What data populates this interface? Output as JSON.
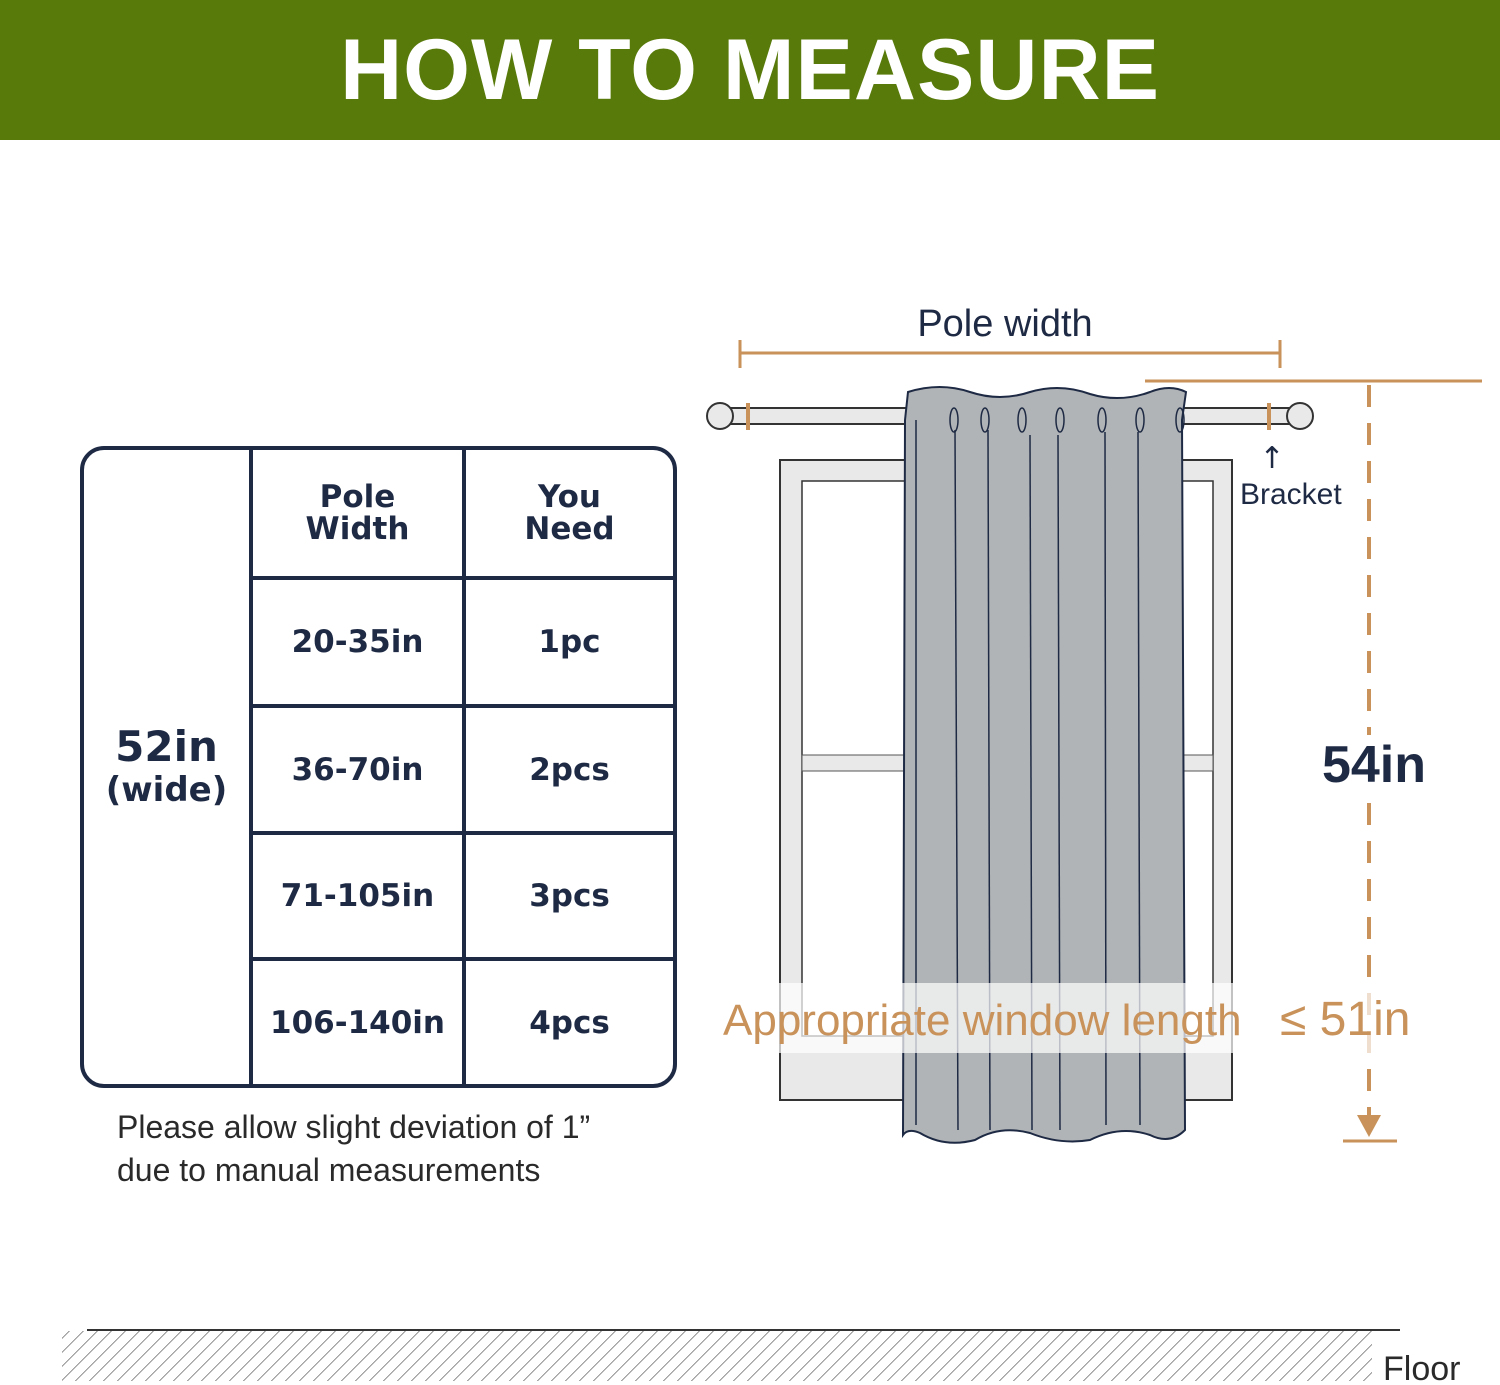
{
  "header": {
    "title": "HOW TO MEASURE"
  },
  "colors": {
    "header_bg": "#587a0a",
    "navy": "#1e2a44",
    "accent": "#c8925a",
    "curtain": "#b1b4b6"
  },
  "table": {
    "width_label": "52in",
    "width_sub": "(wide)",
    "columns": [
      "Pole Width",
      "You Need"
    ],
    "rows": [
      {
        "pole_width": "20-35in",
        "need": "1pc"
      },
      {
        "pole_width": "36-70in",
        "need": "2pcs"
      },
      {
        "pole_width": "71-105in",
        "need": "3pcs"
      },
      {
        "pole_width": "106-140in",
        "need": "4pcs"
      }
    ]
  },
  "note": {
    "line1": "Please allow slight deviation of 1”",
    "line2": "due to manual measurements"
  },
  "diagram": {
    "pole_width_label": "Pole width",
    "bracket_label": "Bracket",
    "length_label": "54in",
    "window_length_text": "Appropriate window length",
    "window_length_value": "≤ 51in",
    "floor_label": "Floor"
  }
}
